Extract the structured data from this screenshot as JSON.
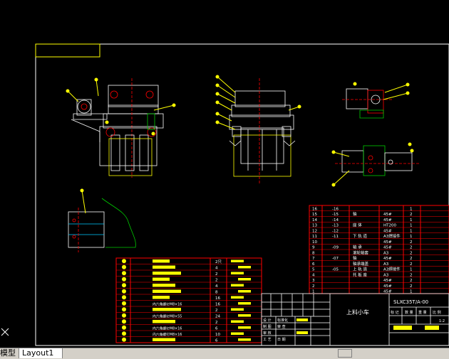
{
  "title_block": {
    "product_name": "上料小车",
    "drawing_number": "SLXC35T/A-00",
    "scale": "1:2",
    "header_cells": [
      "标 记",
      "数 量",
      "重 量",
      "比 例"
    ],
    "labels": [
      "设 计",
      "标准化",
      "制 图",
      "审 查",
      "审 核",
      "工 艺",
      "日 期"
    ]
  },
  "parts_list": {
    "rows": [
      {
        "no": "16",
        "code": "-16",
        "name": "",
        "material": "",
        "qty": "1"
      },
      {
        "no": "15",
        "code": "-15",
        "name": "轴",
        "material": "45#",
        "qty": "2"
      },
      {
        "no": "14",
        "code": "-14",
        "name": "",
        "material": "45#",
        "qty": "1"
      },
      {
        "no": "13",
        "code": "-13",
        "name": "座 体",
        "material": "HT200",
        "qty": "1"
      },
      {
        "no": "12",
        "code": "-12",
        "name": "",
        "material": "45#",
        "qty": "1"
      },
      {
        "no": "11",
        "code": "-11",
        "name": "下 轨 道",
        "material": "A3焊接件",
        "qty": "1"
      },
      {
        "no": "10",
        "code": "",
        "name": "",
        "material": "45#",
        "qty": "2"
      },
      {
        "no": "9",
        "code": "-09",
        "name": "轴 承",
        "material": "45#",
        "qty": "2"
      },
      {
        "no": "8",
        "code": "",
        "name": "滚轮轴套",
        "material": "A3",
        "qty": "2"
      },
      {
        "no": "7",
        "code": "-07",
        "name": "轴",
        "material": "45#",
        "qty": "2"
      },
      {
        "no": "6",
        "code": "",
        "name": "轴承端盖",
        "material": "A3",
        "qty": "2"
      },
      {
        "no": "5",
        "code": "-05",
        "name": "上 轨 道",
        "material": "A3焊接件",
        "qty": "1"
      },
      {
        "no": "4",
        "code": "",
        "name": "托 板 座",
        "material": "A3",
        "qty": "2"
      },
      {
        "no": "3",
        "code": "",
        "name": "",
        "material": "45#",
        "qty": "2"
      },
      {
        "no": "2",
        "code": "",
        "name": "",
        "material": "45#",
        "qty": "2"
      },
      {
        "no": "1",
        "code": "",
        "name": "",
        "material": "45#",
        "qty": "1"
      }
    ]
  },
  "std_parts": {
    "rows": [
      {
        "name": "",
        "qty": "2只"
      },
      {
        "name": "",
        "qty": "4"
      },
      {
        "name": "",
        "qty": "2"
      },
      {
        "name": "",
        "qty": "2"
      },
      {
        "name": "",
        "qty": "4"
      },
      {
        "name": "",
        "qty": "8"
      },
      {
        "name": "",
        "qty": "16"
      },
      {
        "name": "内六角螺钉M8×16",
        "qty": "16"
      },
      {
        "name": "",
        "qty": "2"
      },
      {
        "name": "内六角螺钉M8×55",
        "qty": "24"
      },
      {
        "name": "",
        "qty": "2"
      },
      {
        "name": "内六角螺钉M8×16",
        "qty": "6"
      },
      {
        "name": "内六角螺钉M8×16",
        "qty": "10"
      },
      {
        "name": "",
        "qty": "6"
      }
    ]
  },
  "tabs": {
    "model_label": "模型",
    "layout_label": "Layout1"
  },
  "colors": {
    "background": "#000000",
    "lines": "#ffffff",
    "highlight": "#ffff00",
    "red": "#ff0000",
    "green": "#00c000",
    "cyan": "#00ffff"
  }
}
